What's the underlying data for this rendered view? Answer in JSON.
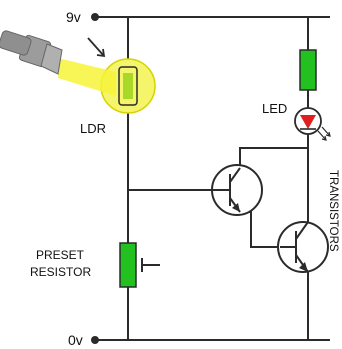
{
  "labels": {
    "supply_top": "9v",
    "supply_bottom": "0v",
    "ldr": "LDR",
    "led": "LED",
    "transistors": "TRANSISTORS",
    "preset_line1": "PRESET",
    "preset_line2": "RESISTOR"
  },
  "colors": {
    "wire": "#2b2b2b",
    "green": "#22c11f",
    "led_red": "#e02020",
    "ldr_glow": "#f4f56a",
    "beam": "#f7f33a",
    "torch": "#9c9c9c"
  },
  "icons": {
    "light_source": "torch-icon",
    "ldr": "ldr-icon",
    "led": "led-icon",
    "transistor": "transistor-icon",
    "resistor": "resistor-icon"
  }
}
